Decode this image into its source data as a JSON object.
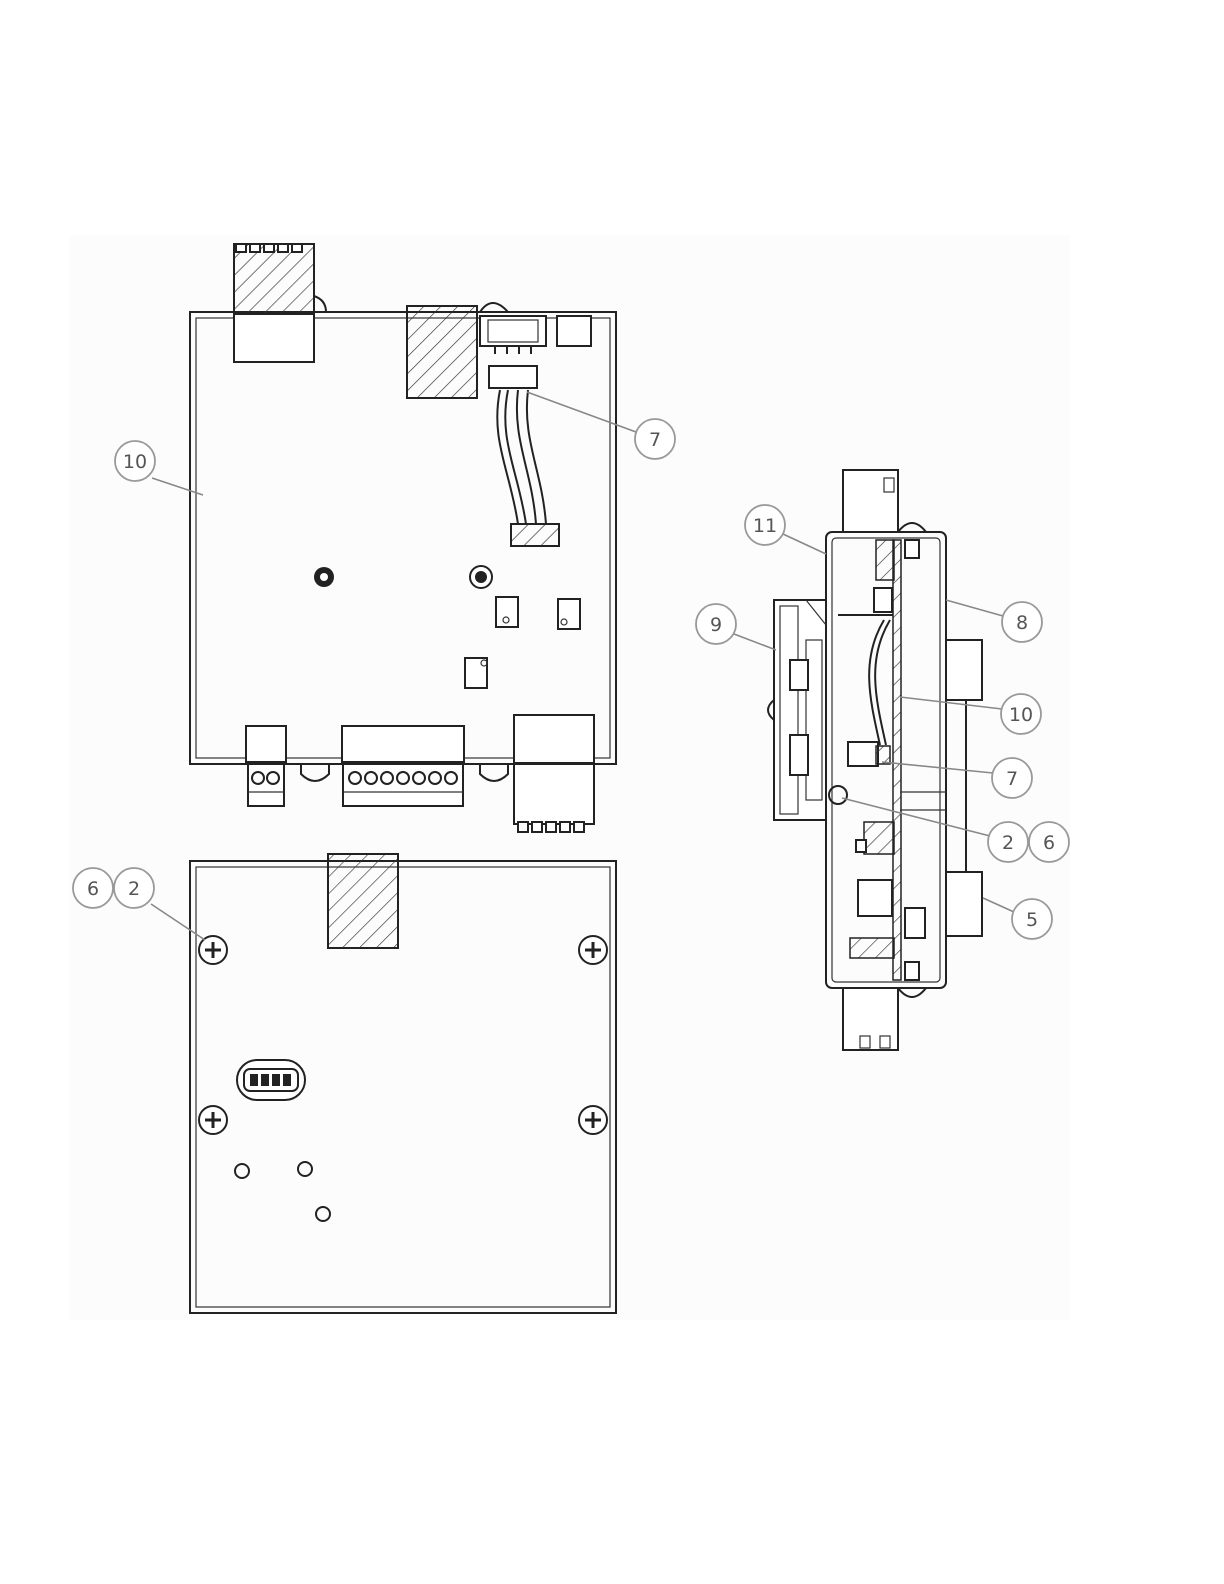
{
  "callouts": {
    "top_view_10": "10",
    "top_view_7": "7",
    "bottom_view_6": "6",
    "bottom_view_2": "2",
    "side_view_11": "11",
    "side_view_9": "9",
    "side_view_8": "8",
    "side_view_10": "10",
    "side_view_7": "7",
    "side_view_2": "2",
    "side_view_6": "6",
    "side_view_5": "5"
  }
}
